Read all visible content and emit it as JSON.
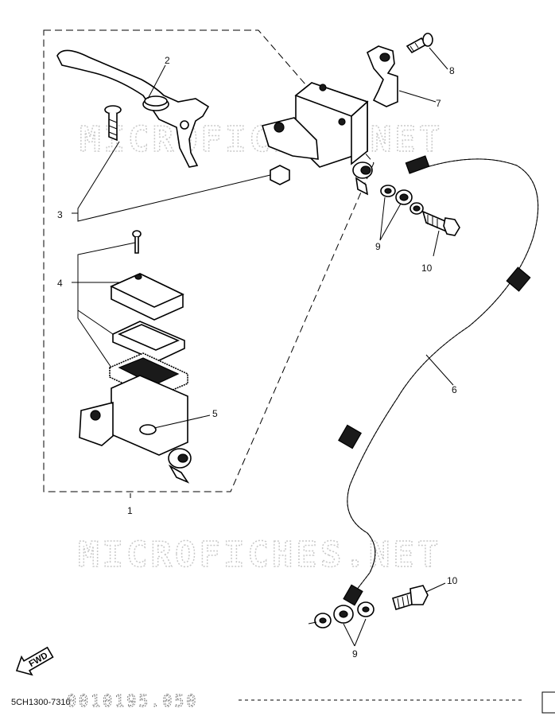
{
  "watermarks": [
    "MICROFICHES.NET",
    "MICROFICHES.NET"
  ],
  "callouts": {
    "c1": "1",
    "c2": "2",
    "c3": "3",
    "c4": "4",
    "c5": "5",
    "c6": "6",
    "c7": "7",
    "c8": "8",
    "c9a": "9",
    "c9b": "9",
    "c10a": "10",
    "c10b": "10"
  },
  "fwd_label": "FWD",
  "catalog_code": "5CH1300-7310",
  "stamp_code": "0010195.050"
}
